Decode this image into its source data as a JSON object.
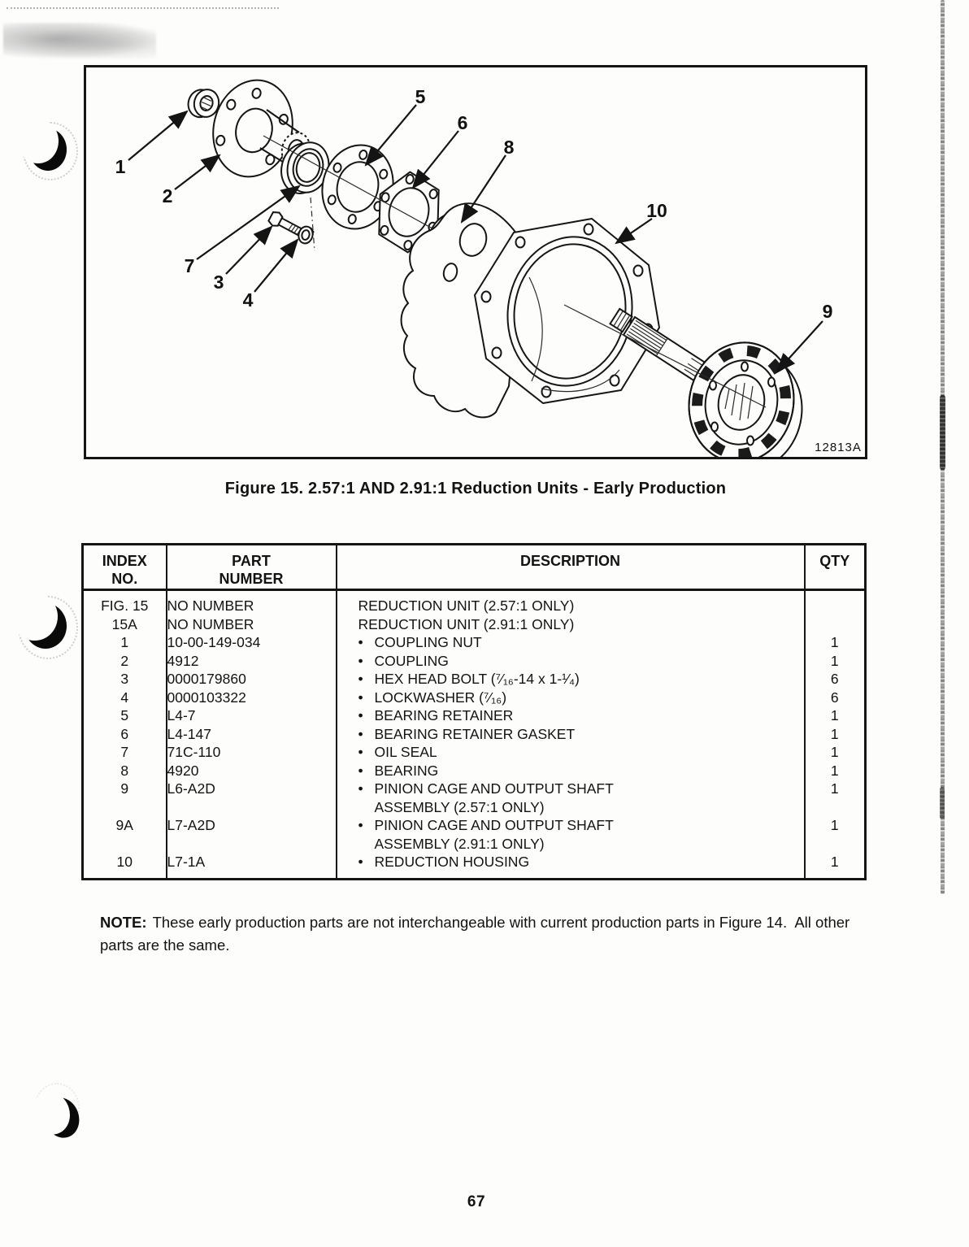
{
  "page": {
    "number": "67"
  },
  "figure": {
    "caption": "Figure 15. 2.57:1 AND 2.91:1 Reduction Units - Early Production",
    "image_id": "12813A",
    "callouts": [
      {
        "label": "1"
      },
      {
        "label": "2"
      },
      {
        "label": "3"
      },
      {
        "label": "4"
      },
      {
        "label": "5"
      },
      {
        "label": "6"
      },
      {
        "label": "7"
      },
      {
        "label": "8"
      },
      {
        "label": "9"
      },
      {
        "label": "10"
      }
    ]
  },
  "table": {
    "headers": [
      {
        "line1": "INDEX",
        "line2": "NO."
      },
      {
        "line1": "PART",
        "line2": "NUMBER"
      },
      {
        "line1": "DESCRIPTION",
        "line2": ""
      },
      {
        "line1": "QTY",
        "line2": ""
      }
    ],
    "bullet_glyph": "•",
    "rows": [
      {
        "index": "FIG. 15",
        "part": "NO NUMBER",
        "bullet": false,
        "desc": [
          "REDUCTION UNIT (2.57:1 ONLY)"
        ],
        "qty": ""
      },
      {
        "index": "15A",
        "part": "NO NUMBER",
        "bullet": false,
        "desc": [
          "REDUCTION UNIT (2.91:1 ONLY)"
        ],
        "qty": ""
      },
      {
        "index": "1",
        "part": "10-00-149-034",
        "bullet": true,
        "desc": [
          "COUPLING NUT"
        ],
        "qty": "1"
      },
      {
        "index": "2",
        "part": "4912",
        "bullet": true,
        "desc": [
          "COUPLING"
        ],
        "qty": "1"
      },
      {
        "index": "3",
        "part": "0000179860",
        "bullet": true,
        "desc": [
          "HEX HEAD BOLT (⁷⁄₁₆-14 x 1-¹⁄₄)"
        ],
        "qty": "6"
      },
      {
        "index": "4",
        "part": "0000103322",
        "bullet": true,
        "desc": [
          "LOCKWASHER (⁷⁄₁₆)"
        ],
        "qty": "6"
      },
      {
        "index": "5",
        "part": "L4-7",
        "bullet": true,
        "desc": [
          "BEARING RETAINER"
        ],
        "qty": "1"
      },
      {
        "index": "6",
        "part": "L4-147",
        "bullet": true,
        "desc": [
          "BEARING RETAINER GASKET"
        ],
        "qty": "1"
      },
      {
        "index": "7",
        "part": "71C-110",
        "bullet": true,
        "desc": [
          "OIL SEAL"
        ],
        "qty": "1"
      },
      {
        "index": "8",
        "part": "4920",
        "bullet": true,
        "desc": [
          "BEARING"
        ],
        "qty": "1"
      },
      {
        "index": "9",
        "part": "L6-A2D",
        "bullet": true,
        "desc": [
          "PINION CAGE AND OUTPUT SHAFT",
          "ASSEMBLY (2.57:1 ONLY)"
        ],
        "qty": "1"
      },
      {
        "index": "9A",
        "part": "L7-A2D",
        "bullet": true,
        "desc": [
          "PINION CAGE AND OUTPUT SHAFT",
          "ASSEMBLY (2.91:1 ONLY)"
        ],
        "qty": "1"
      },
      {
        "index": "10",
        "part": "L7-1A",
        "bullet": true,
        "desc": [
          "REDUCTION HOUSING"
        ],
        "qty": "1"
      }
    ]
  },
  "note": {
    "label": "NOTE:",
    "text": "These early production parts are not interchangeable with current production parts in Figure 14.  All other parts are the same."
  }
}
